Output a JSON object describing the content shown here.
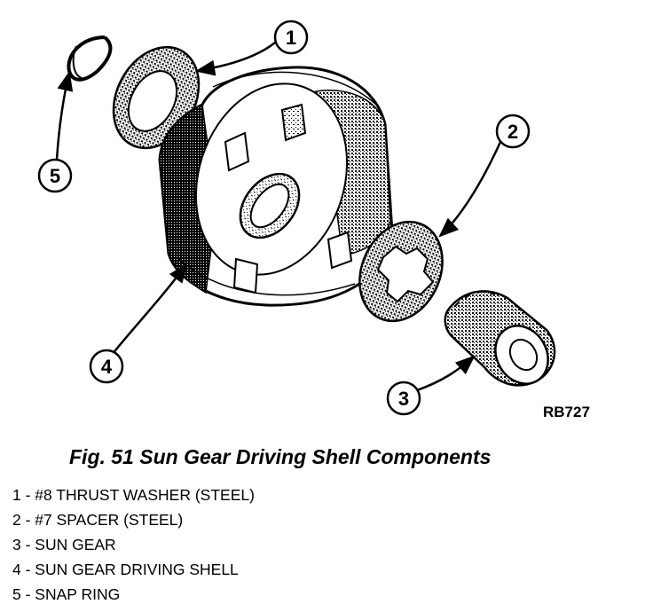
{
  "figure": {
    "caption": "Fig. 51 Sun Gear Driving Shell Components",
    "ref_code": "RB727"
  },
  "callouts": [
    {
      "number": "1"
    },
    {
      "number": "2"
    },
    {
      "number": "3"
    },
    {
      "number": "4"
    },
    {
      "number": "5"
    }
  ],
  "legend": [
    {
      "text": "1 - #8 THRUST WASHER (STEEL)"
    },
    {
      "text": "2 - #7 SPACER (STEEL)"
    },
    {
      "text": "3 - SUN GEAR"
    },
    {
      "text": "4 - SUN GEAR DRIVING SHELL"
    },
    {
      "text": "5 - SNAP RING"
    }
  ]
}
